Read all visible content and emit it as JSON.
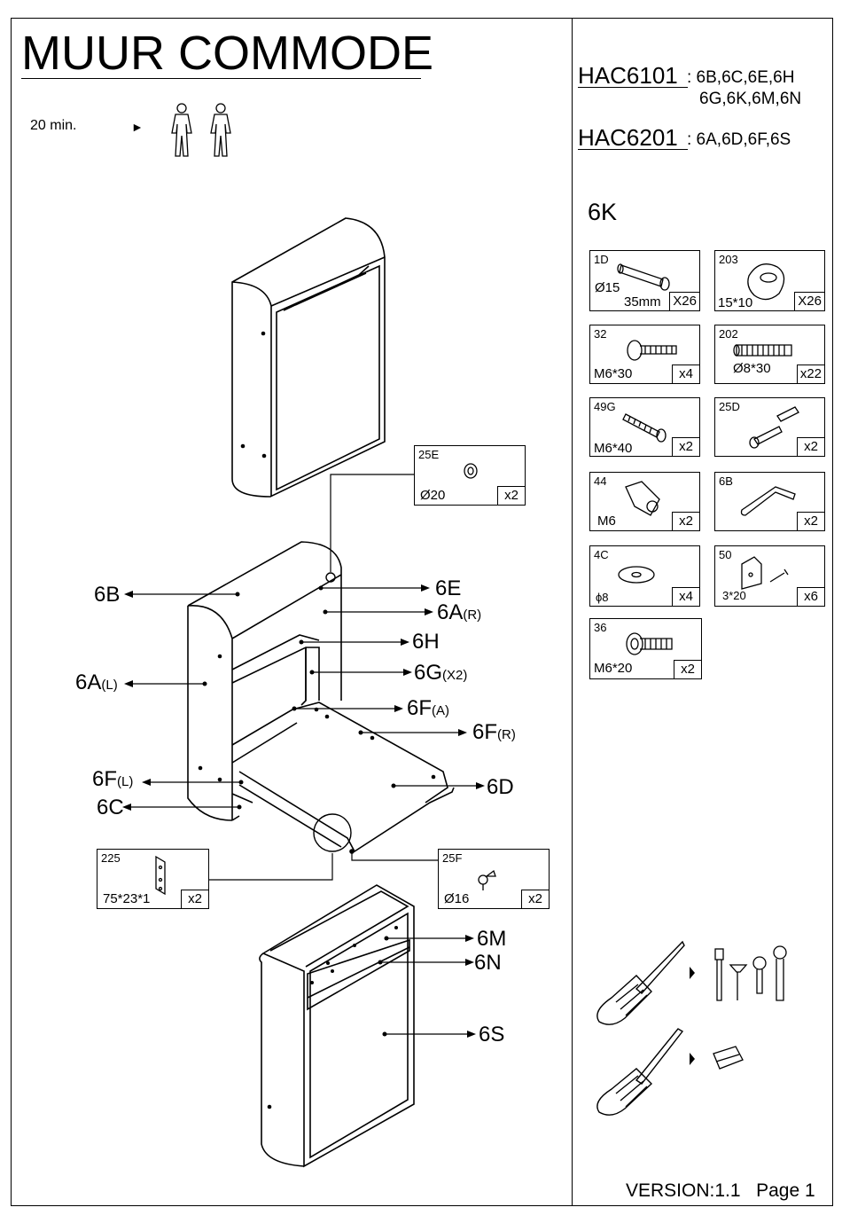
{
  "header": {
    "title": "MUUR COMMODE",
    "time": "20 min."
  },
  "codes": [
    {
      "code": "HAC6101",
      "parts_line1": ": 6B,6C,6E,6H",
      "parts_line2": "6G,6K,6M,6N"
    },
    {
      "code": "HAC6201",
      "parts_line1": ": 6A,6D,6F,6S"
    }
  ],
  "hardware_bag": "6K",
  "hardware": [
    {
      "id": "1D",
      "dim": "Ø15",
      "dim2": "35mm",
      "qty": "X26"
    },
    {
      "id": "203",
      "dim": "15*10",
      "qty": "X26"
    },
    {
      "id": "32",
      "dim": "M6*30",
      "qty": "x4"
    },
    {
      "id": "202",
      "dim": "Ø8*30",
      "qty": "x22"
    },
    {
      "id": "49G",
      "dim": "M6*40",
      "qty": "x2"
    },
    {
      "id": "25D",
      "dim": "",
      "qty": "x2"
    },
    {
      "id": "44",
      "dim": "M6",
      "qty": "x2"
    },
    {
      "id": "6B",
      "dim": "",
      "qty": "x2"
    },
    {
      "id": "4C",
      "dim": "ϕ8",
      "qty": "x4"
    },
    {
      "id": "50",
      "dim": "3*20",
      "qty": "x6"
    },
    {
      "id": "36",
      "dim": "M6*20",
      "qty": "x2"
    }
  ],
  "callouts": {
    "c25E": {
      "id": "25E",
      "dim": "Ø20",
      "qty": "x2"
    },
    "c225": {
      "id": "225",
      "dim": "75*23*1",
      "qty": "x2"
    },
    "c25F": {
      "id": "25F",
      "dim": "Ø16",
      "qty": "x2"
    }
  },
  "labels": {
    "l6B": "6B",
    "l6E": "6E",
    "l6A_R": "6A",
    "l6A_R_sub": "(R)",
    "l6H": "6H",
    "l6A_L": "6A",
    "l6A_L_sub": "(L)",
    "l6G": "6G",
    "l6G_sub": "(X2)",
    "l6F_A": "6F",
    "l6F_A_sub": "(A)",
    "l6F_R": "6F",
    "l6F_R_sub": "(R)",
    "l6F_L": "6F",
    "l6F_L_sub": "(L)",
    "l6D": "6D",
    "l6C": "6C",
    "l6M": "6M",
    "l6N": "6N",
    "l6S": "6S"
  },
  "footer": {
    "version": "VERSION:1.1",
    "page": "Page 1"
  }
}
